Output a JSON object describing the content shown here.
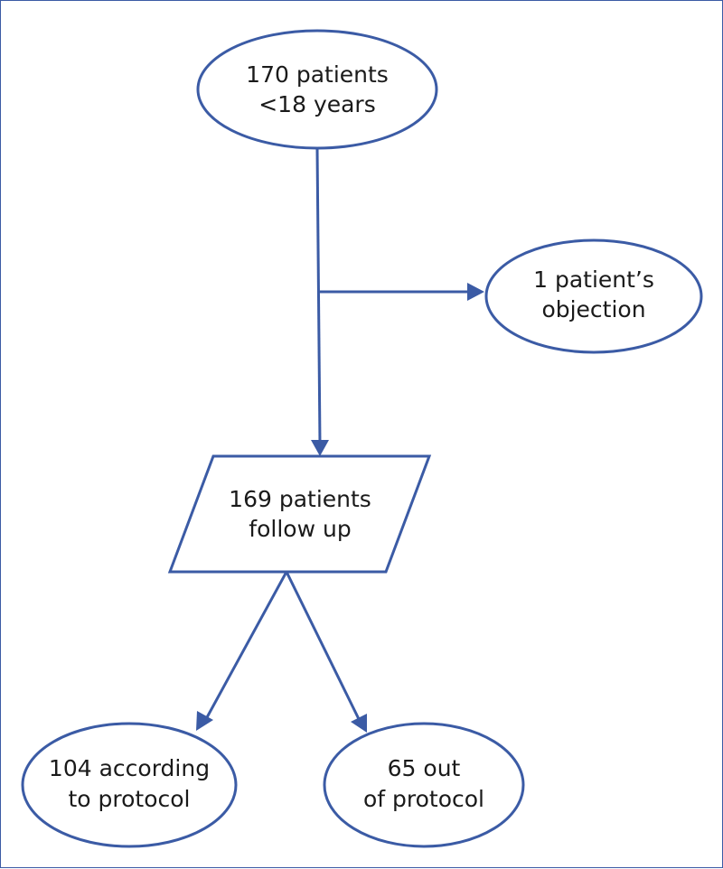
{
  "diagram": {
    "nodes": {
      "start": {
        "line1": "170 patients",
        "line2": "<18 years"
      },
      "excluded": {
        "line1": "1 patient’s",
        "line2": "objection"
      },
      "followup": {
        "line1": "169 patients",
        "line2": "follow up"
      },
      "protocol": {
        "line1": "104 according",
        "line2": "to protocol"
      },
      "out_protocol": {
        "line1": "65 out",
        "line2": "of protocol"
      }
    },
    "colors": {
      "stroke": "#3b5ba5",
      "text": "#1a1a1a"
    }
  }
}
